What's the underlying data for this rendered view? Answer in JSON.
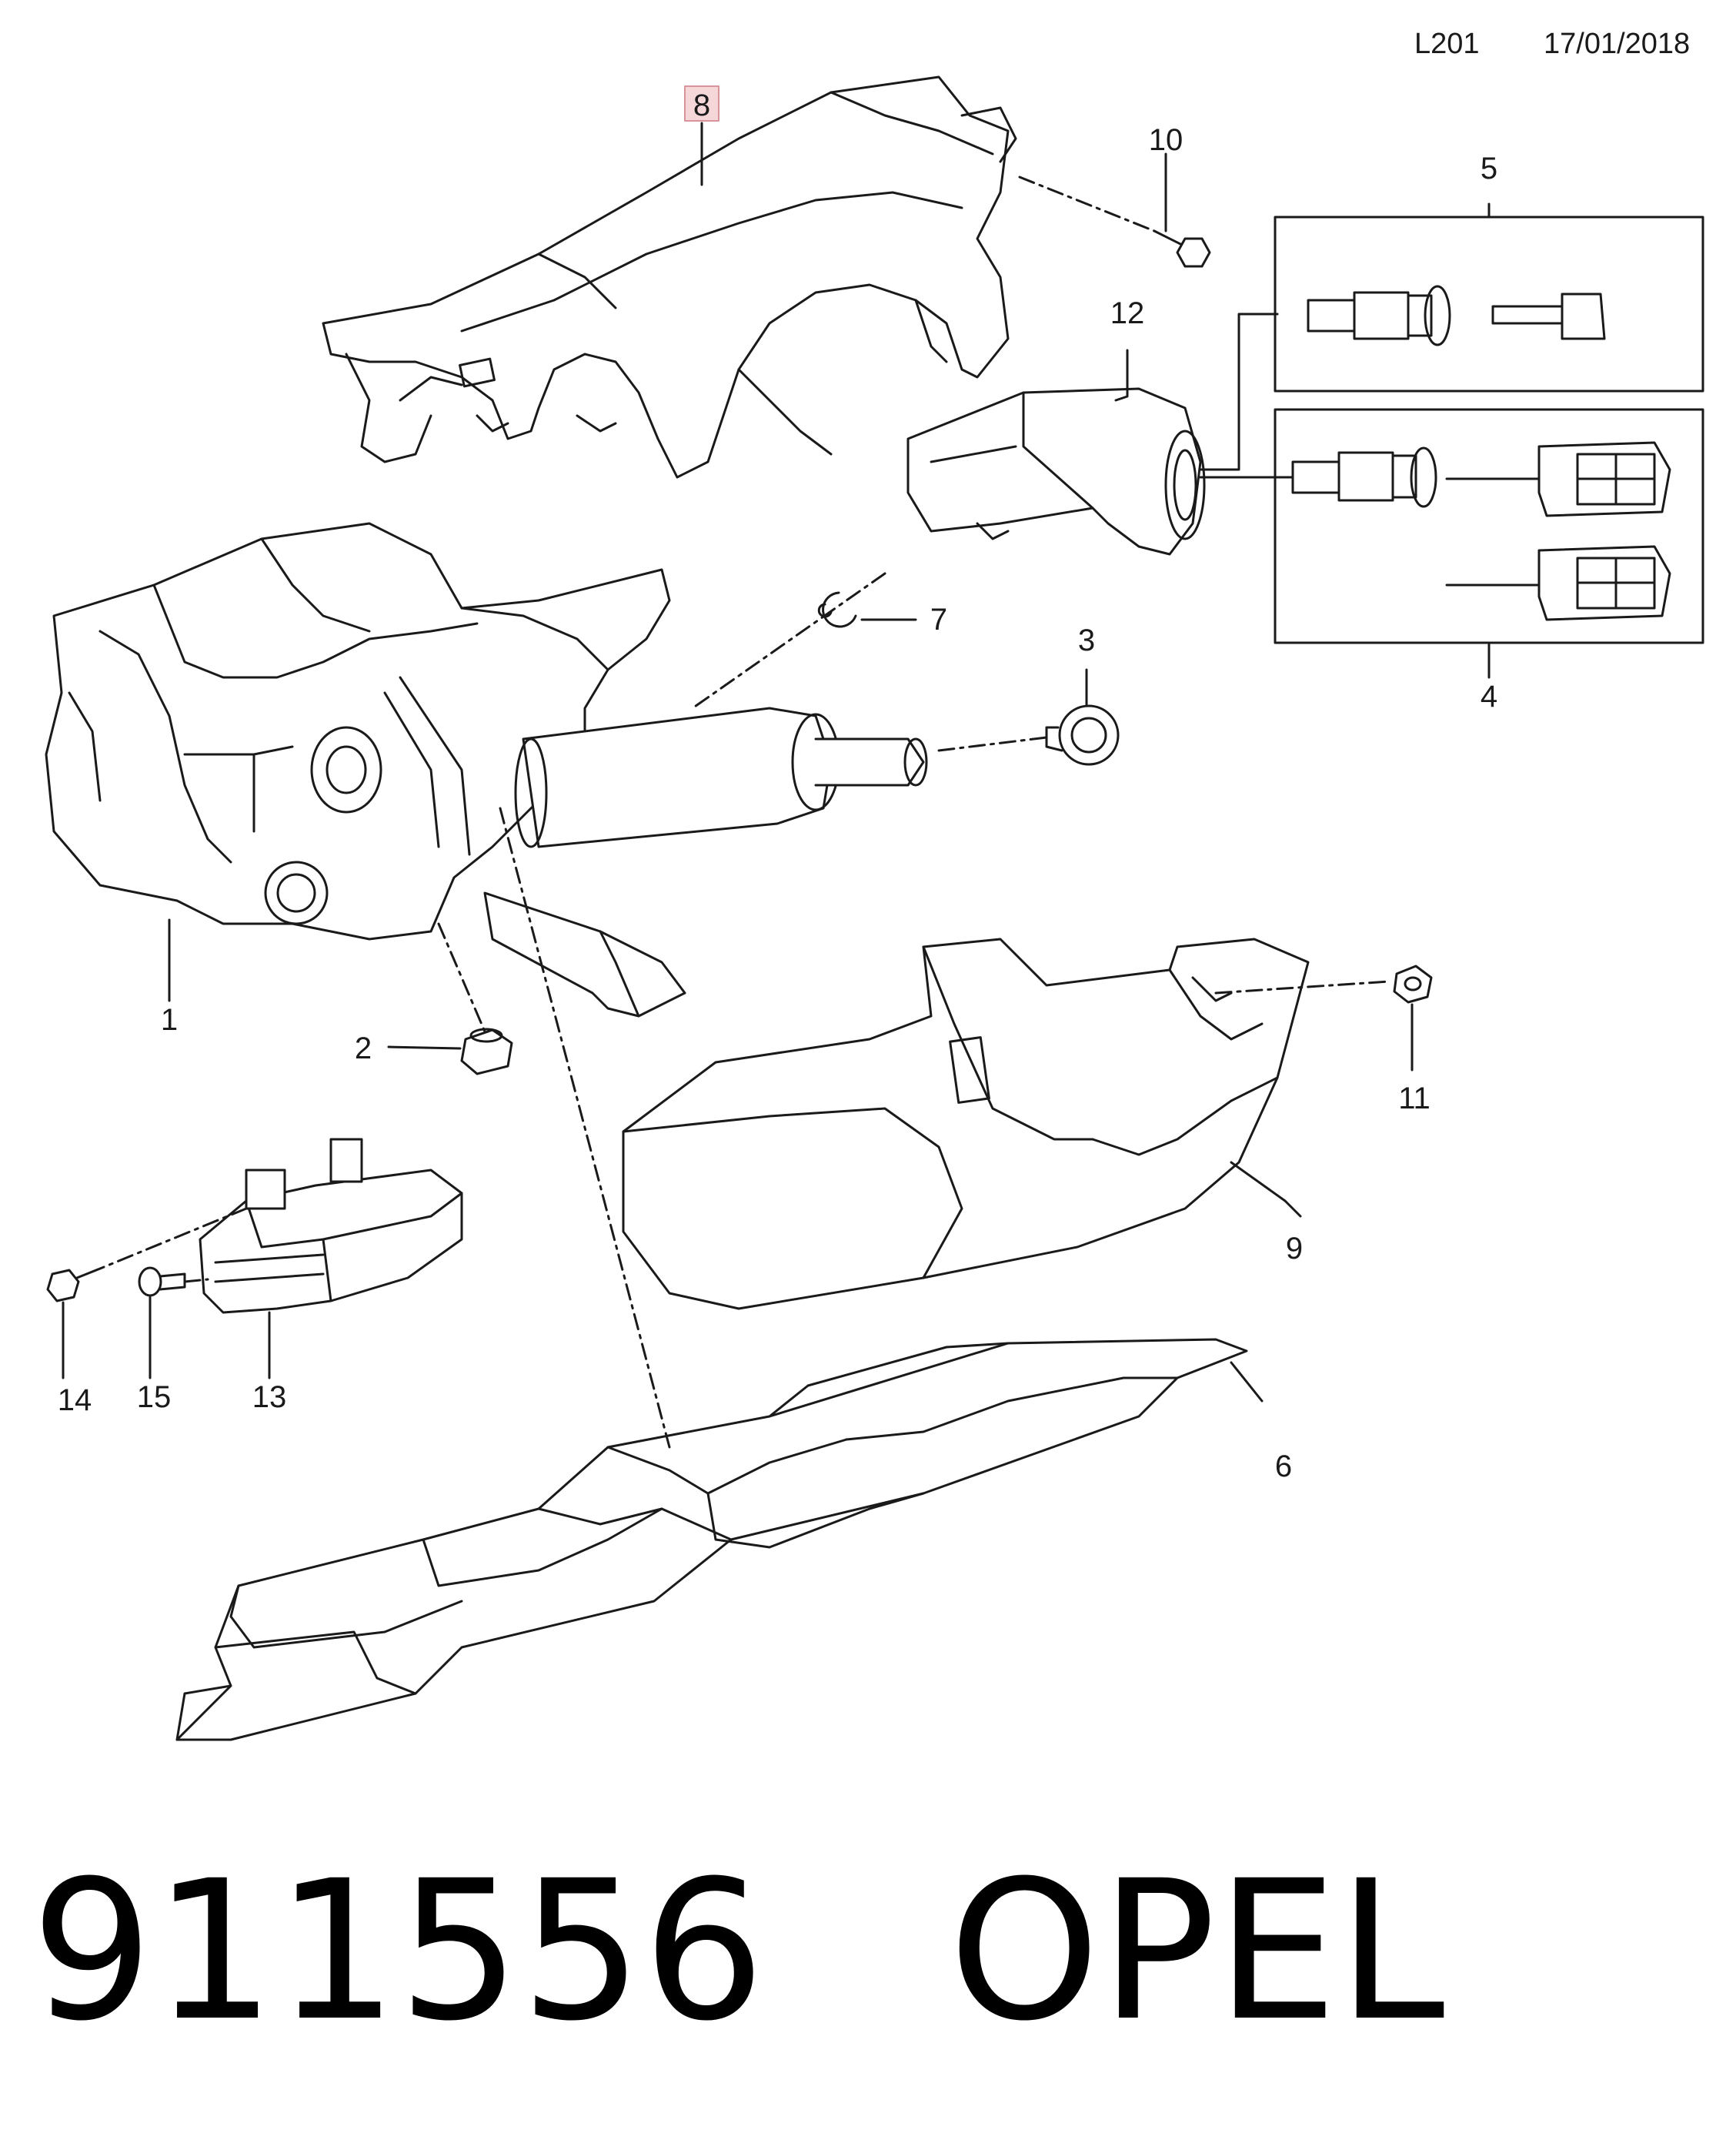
{
  "header": {
    "code": "L201",
    "date": "17/01/2018"
  },
  "callouts": {
    "c1": "1",
    "c2": "2",
    "c3": "3",
    "c4": "4",
    "c5": "5",
    "c6": "6",
    "c7": "7",
    "c8": "8",
    "c9": "9",
    "c10": "10",
    "c11": "11",
    "c12": "12",
    "c13": "13",
    "c14": "14",
    "c15": "15"
  },
  "part_number": "911556",
  "brand": "OPEL",
  "colors": {
    "line": "#1a1a1a",
    "highlight_fill": "#f6d7d9",
    "highlight_stroke": "#d9939a"
  }
}
